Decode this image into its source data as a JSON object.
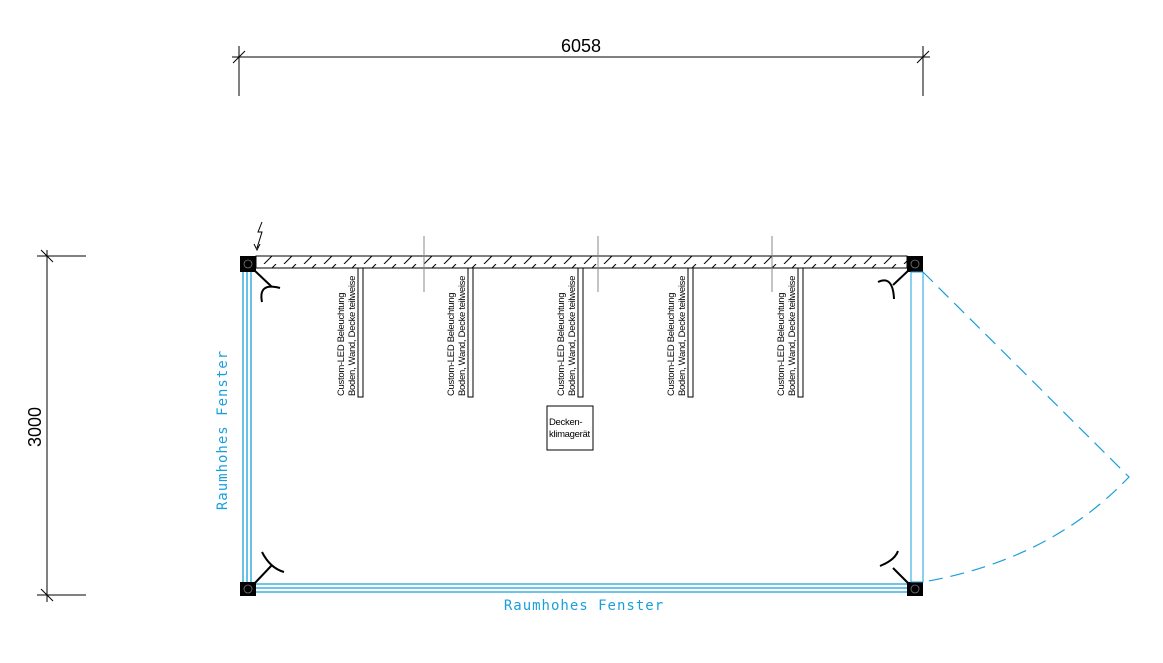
{
  "dimensions": {
    "width_mm": "6058",
    "depth_mm": "3000"
  },
  "windows": {
    "left_label": "Raumhohes Fenster",
    "bottom_label": "Raumhohes Fenster"
  },
  "led_strips": [
    {
      "line1": "Custom-LED Beleuchtung",
      "line2": "Boden, Wand, Decke teilweise"
    },
    {
      "line1": "Custom-LED Beleuchtung",
      "line2": "Boden, Wand, Decke teilweise"
    },
    {
      "line1": "Custom-LED Beleuchtung",
      "line2": "Boden, Wand, Decke teilweise"
    },
    {
      "line1": "Custom-LED Beleuchtung",
      "line2": "Boden, Wand, Decke teilweise"
    },
    {
      "line1": "Custom-LED Beleuchtung",
      "line2": "Boden, Wand, Decke teilweise"
    }
  ],
  "ac_unit": {
    "line1": "Decken-",
    "line2": "klimagerät"
  },
  "colors": {
    "window": "#1a9fdc",
    "wall": "#000000"
  }
}
